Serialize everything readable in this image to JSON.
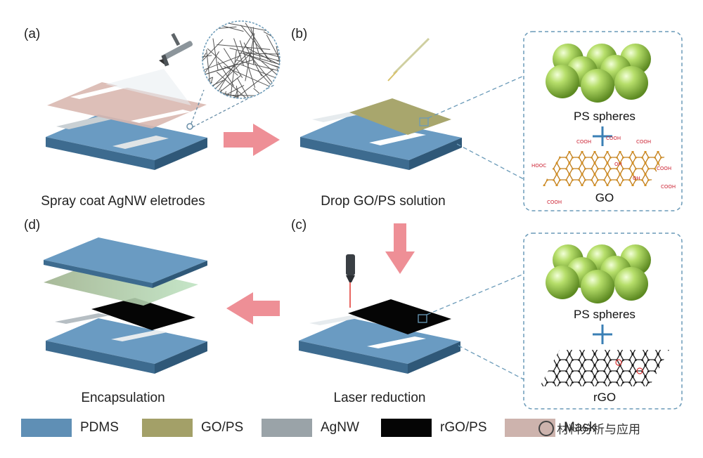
{
  "panels": {
    "a": {
      "label": "(a)",
      "caption": "Spray coat AgNW eletrodes"
    },
    "b": {
      "label": "(b)",
      "caption": "Drop GO/PS solution"
    },
    "c": {
      "label": "(c)",
      "caption": "Laser reduction"
    },
    "d": {
      "label": "(d)",
      "caption": "Encapsulation"
    }
  },
  "insets": {
    "top": {
      "spheres_label": "PS spheres",
      "sheet_label": "GO",
      "groups": [
        "COOH",
        "COOH",
        "COOH",
        "HOOC",
        "COOH",
        "COOH",
        "COOH",
        "OH",
        "OH"
      ]
    },
    "bottom": {
      "spheres_label": "PS spheres",
      "sheet_label": "rGO"
    }
  },
  "legend": [
    {
      "label": "PDMS",
      "color": "#5f8fb5"
    },
    {
      "label": "GO/PS",
      "color": "#a3a068"
    },
    {
      "label": "AgNW",
      "color": "#9aa3a8"
    },
    {
      "label": "rGO/PS",
      "color": "#050505"
    },
    {
      "label": "Mask",
      "color": "#cdb3ad"
    }
  ],
  "watermark": "材料分析与应用",
  "colors": {
    "pdms": "#4f7fa6",
    "arrow": "#ee8f96",
    "dash": "#6a9ab8",
    "sphere": "#9bc94a"
  }
}
